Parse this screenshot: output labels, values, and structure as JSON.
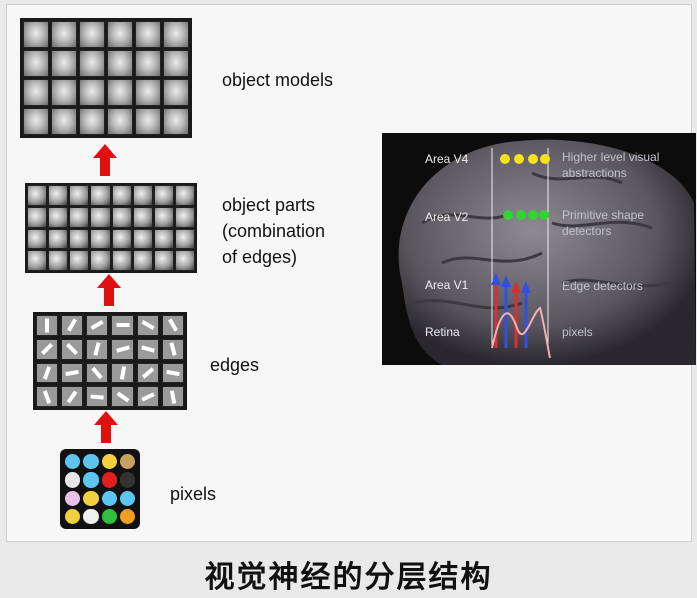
{
  "labels": {
    "object_models": "object models",
    "object_parts_line1": "object parts",
    "object_parts_line2": "(combination",
    "object_parts_line3": "of edges)",
    "edges": "edges",
    "pixels": "pixels"
  },
  "brain": {
    "areas": [
      {
        "name": "Area V4",
        "desc_line1": "Higher level visual",
        "desc_line2": "abstractions",
        "dot_color": "#f6e21b"
      },
      {
        "name": "Area V2",
        "desc_line1": "Primitive shape",
        "desc_line2": "detectors",
        "dot_color": "#2ed62e"
      },
      {
        "name": "Area V1",
        "desc_line1": "Edge detectors",
        "desc_line2": "",
        "dot_color": "#d83030"
      },
      {
        "name": "Retina",
        "desc_line1": "pixels",
        "desc_line2": "",
        "dot_color": ""
      }
    ]
  },
  "caption": "视觉神经的分层结构",
  "colors": {
    "arrow": "#e01010",
    "pixel_dots": [
      "#5ec4f0",
      "#5ec4f0",
      "#f0d040",
      "#c8a060",
      "#e8e8e8",
      "#5ec4f0",
      "#e02020",
      "#333333",
      "#e8c0e8",
      "#f0d040",
      "#5ec4f0",
      "#5ec4f0",
      "#f0d040",
      "#f0f0f0",
      "#30c040",
      "#f0a020"
    ]
  }
}
